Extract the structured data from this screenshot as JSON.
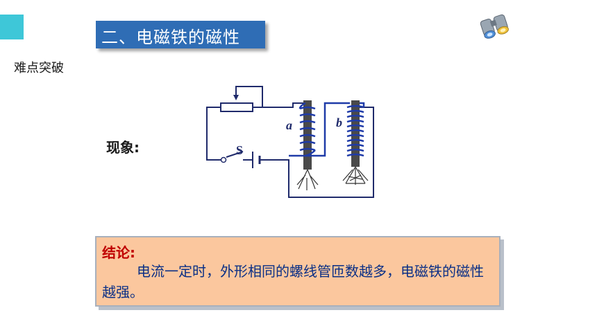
{
  "slide": {
    "title": "二、电磁铁的磁性",
    "section": "难点突破",
    "phenomenon_label": "现象:",
    "circuit_labels": {
      "switch": "S",
      "coil_a": "a",
      "coil_b": "b"
    },
    "conclusion": {
      "title": "结论:",
      "body": "电流一定时，外形相同的螺线管匝数越多，电磁铁的磁性越强。"
    },
    "colors": {
      "title_bg": "#2f6db5",
      "accent": "#3ec7d8",
      "conclusion_bg": "#fbc79e",
      "conclusion_title": "#c00000",
      "conclusion_text": "#0a2f86"
    },
    "icons": [
      "binoculars-icon"
    ]
  }
}
